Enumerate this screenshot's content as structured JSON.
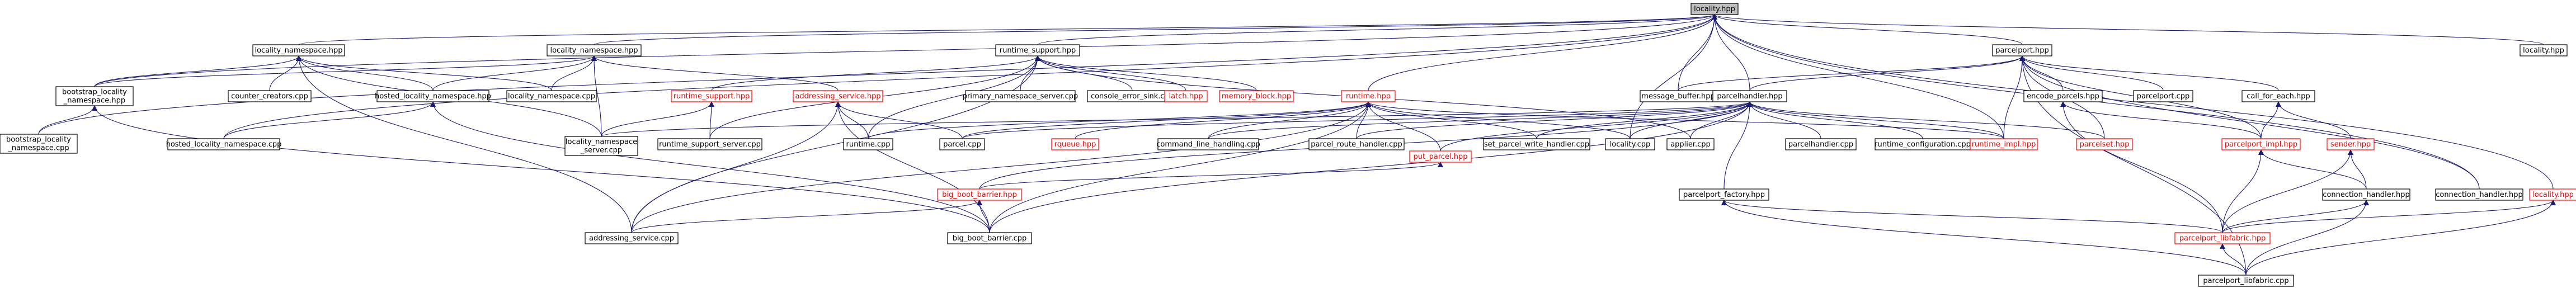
{
  "colors": {
    "edge": "#191970",
    "node_border": "#000000",
    "missing_border": "#ff0000",
    "root_fill": "#bfbfbf",
    "background": "#ffffff"
  },
  "nodes": [
    {
      "id": "locality_hpp",
      "lines": [
        "locality.hpp"
      ],
      "root": true
    },
    {
      "id": "locality_namespace_hpp_a",
      "lines": [
        "locality_namespace.hpp"
      ]
    },
    {
      "id": "locality_namespace_hpp_b",
      "lines": [
        "locality_namespace.hpp"
      ]
    },
    {
      "id": "runtime_support_hpp",
      "lines": [
        "runtime_support.hpp"
      ]
    },
    {
      "id": "parcelport_hpp",
      "lines": [
        "parcelport.hpp"
      ]
    },
    {
      "id": "locality_hpp_right",
      "lines": [
        "locality.hpp"
      ]
    },
    {
      "id": "bootstrap_locality_namespace_hpp",
      "lines": [
        "bootstrap_locality",
        "_namespace.hpp"
      ]
    },
    {
      "id": "counter_creators_cpp",
      "lines": [
        "counter_creators.cpp"
      ]
    },
    {
      "id": "hosted_locality_namespace_hpp",
      "lines": [
        "hosted_locality_namespace.hpp"
      ]
    },
    {
      "id": "locality_namespace_cpp",
      "lines": [
        "locality_namespace.cpp"
      ]
    },
    {
      "id": "runtime_support_hpp_red",
      "lines": [
        "runtime_support.hpp"
      ],
      "missing": true
    },
    {
      "id": "addressing_service_hpp",
      "lines": [
        "addressing_service.hpp"
      ],
      "missing": true
    },
    {
      "id": "primary_namespace_server_cpp",
      "lines": [
        "primary_namespace_server.cpp"
      ]
    },
    {
      "id": "console_error_sink_cpp",
      "lines": [
        "console_error_sink.cpp"
      ]
    },
    {
      "id": "latch_hpp",
      "lines": [
        "latch.hpp"
      ],
      "missing": true
    },
    {
      "id": "memory_block_hpp",
      "lines": [
        "memory_block.hpp"
      ],
      "missing": true
    },
    {
      "id": "message_buffer_hpp",
      "lines": [
        "message_buffer.hpp"
      ]
    },
    {
      "id": "parcelhandler_hpp",
      "lines": [
        "parcelhandler.hpp"
      ]
    },
    {
      "id": "encode_parcels_hpp",
      "lines": [
        "encode_parcels.hpp"
      ]
    },
    {
      "id": "parcelport_cpp",
      "lines": [
        "parcelport.cpp"
      ]
    },
    {
      "id": "call_for_each_hpp",
      "lines": [
        "call_for_each.hpp"
      ]
    },
    {
      "id": "bootstrap_locality_namespace_cpp",
      "lines": [
        "bootstrap_locality",
        "_namespace.cpp"
      ]
    },
    {
      "id": "hosted_locality_namespace_cpp",
      "lines": [
        "hosted_locality_namespace.cpp"
      ]
    },
    {
      "id": "runtime_hpp",
      "lines": [
        "runtime.hpp"
      ],
      "missing": true
    },
    {
      "id": "locality_namespace_server_cpp",
      "lines": [
        "locality_namespace",
        "_server.cpp"
      ]
    },
    {
      "id": "runtime_support_server_cpp",
      "lines": [
        "runtime_support_server.cpp"
      ]
    },
    {
      "id": "runtime_cpp",
      "lines": [
        "runtime.cpp"
      ]
    },
    {
      "id": "parcel_cpp",
      "lines": [
        "parcel.cpp"
      ]
    },
    {
      "id": "rqueue_hpp",
      "lines": [
        "rqueue.hpp"
      ],
      "missing": true
    },
    {
      "id": "command_line_handling_cpp",
      "lines": [
        "command_line_handling.cpp"
      ]
    },
    {
      "id": "parcel_route_handler_cpp",
      "lines": [
        "parcel_route_handler.cpp"
      ]
    },
    {
      "id": "set_parcel_write_handler_cpp",
      "lines": [
        "set_parcel_write_handler.cpp"
      ]
    },
    {
      "id": "locality_cpp",
      "lines": [
        "locality.cpp"
      ]
    },
    {
      "id": "applier_cpp",
      "lines": [
        "applier.cpp"
      ]
    },
    {
      "id": "parcelhandler_cpp",
      "lines": [
        "parcelhandler.cpp"
      ]
    },
    {
      "id": "runtime_configuration_cpp",
      "lines": [
        "runtime_configuration.cpp"
      ]
    },
    {
      "id": "runtime_impl_hpp",
      "lines": [
        "runtime_impl.hpp"
      ],
      "missing": true
    },
    {
      "id": "parcelset_hpp",
      "lines": [
        "parcelset.hpp"
      ],
      "missing": true
    },
    {
      "id": "parcelport_impl_hpp",
      "lines": [
        "parcelport_impl.hpp"
      ],
      "missing": true
    },
    {
      "id": "sender_hpp",
      "lines": [
        "sender.hpp"
      ],
      "missing": true
    },
    {
      "id": "put_parcel_hpp",
      "lines": [
        "put_parcel.hpp"
      ],
      "missing": true
    },
    {
      "id": "big_boot_barrier_hpp",
      "lines": [
        "big_boot_barrier.hpp"
      ],
      "missing": true
    },
    {
      "id": "parcelport_factory_hpp",
      "lines": [
        "parcelport_factory.hpp"
      ]
    },
    {
      "id": "connection_handler_hpp_a",
      "lines": [
        "connection_handler.hpp"
      ]
    },
    {
      "id": "connection_handler_hpp_b",
      "lines": [
        "connection_handler.hpp"
      ]
    },
    {
      "id": "locality_hpp_red",
      "lines": [
        "locality.hpp"
      ],
      "missing": true
    },
    {
      "id": "addressing_service_cpp",
      "lines": [
        "addressing_service.cpp"
      ]
    },
    {
      "id": "big_boot_barrier_cpp",
      "lines": [
        "big_boot_barrier.cpp"
      ]
    },
    {
      "id": "parcelport_libfabric_hpp",
      "lines": [
        "parcelport_libfabric.hpp"
      ],
      "missing": true
    },
    {
      "id": "parcelport_libfabric_cpp",
      "lines": [
        "parcelport_libfabric.cpp"
      ]
    }
  ]
}
